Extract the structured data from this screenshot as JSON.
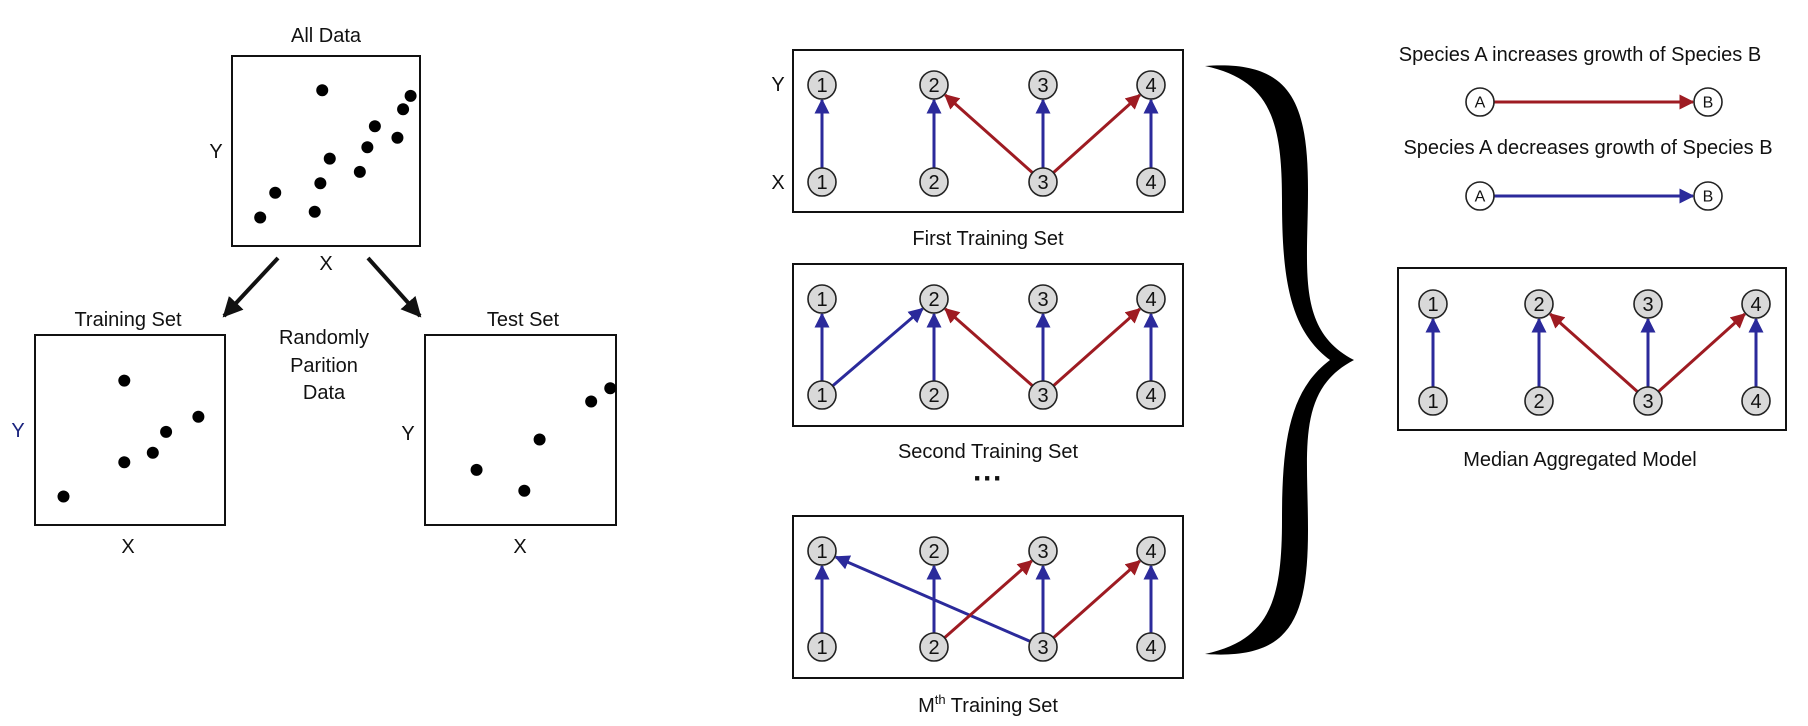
{
  "colors": {
    "increase": "#9e1b22",
    "decrease": "#2b2a9b",
    "frame": "#111111",
    "node_fill": "#d9d9d9",
    "text_y_training": "#1a237e"
  },
  "left": {
    "all_data": {
      "title": "All Data",
      "x_label": "X",
      "y_label": "Y",
      "points": [
        [
          0.15,
          0.85
        ],
        [
          0.23,
          0.72
        ],
        [
          0.44,
          0.82
        ],
        [
          0.47,
          0.67
        ],
        [
          0.52,
          0.54
        ],
        [
          0.68,
          0.61
        ],
        [
          0.72,
          0.48
        ],
        [
          0.76,
          0.37
        ],
        [
          0.88,
          0.43
        ],
        [
          0.91,
          0.28
        ],
        [
          0.95,
          0.21
        ],
        [
          0.48,
          0.18
        ]
      ]
    },
    "partition_label": [
      "Randomly",
      "Parition",
      "Data"
    ],
    "training_set": {
      "title": "Training Set",
      "x_label": "X",
      "y_label": "Y",
      "points": [
        [
          0.15,
          0.85
        ],
        [
          0.47,
          0.67
        ],
        [
          0.62,
          0.62
        ],
        [
          0.69,
          0.51
        ],
        [
          0.86,
          0.43
        ],
        [
          0.47,
          0.24
        ]
      ]
    },
    "test_set": {
      "title": "Test Set",
      "x_label": "X",
      "y_label": "Y",
      "points": [
        [
          0.27,
          0.71
        ],
        [
          0.52,
          0.82
        ],
        [
          0.6,
          0.55
        ],
        [
          0.87,
          0.35
        ],
        [
          0.97,
          0.28
        ]
      ]
    }
  },
  "networks": [
    {
      "caption": "First Training Set",
      "top_axis_label": "Y",
      "bottom_axis_label": "X",
      "top_nodes": [
        "1",
        "2",
        "3",
        "4"
      ],
      "bottom_nodes": [
        "1",
        "2",
        "3",
        "4"
      ],
      "edges": [
        {
          "from": 1,
          "to": 1,
          "effect": "decrease"
        },
        {
          "from": 2,
          "to": 2,
          "effect": "decrease"
        },
        {
          "from": 3,
          "to": 3,
          "effect": "decrease"
        },
        {
          "from": 4,
          "to": 4,
          "effect": "decrease"
        },
        {
          "from": 3,
          "to": 2,
          "effect": "increase"
        },
        {
          "from": 3,
          "to": 4,
          "effect": "increase"
        }
      ]
    },
    {
      "caption": "Second Training Set",
      "top_axis_label": "",
      "bottom_axis_label": "",
      "top_nodes": [
        "1",
        "2",
        "3",
        "4"
      ],
      "bottom_nodes": [
        "1",
        "2",
        "3",
        "4"
      ],
      "edges": [
        {
          "from": 1,
          "to": 1,
          "effect": "decrease"
        },
        {
          "from": 2,
          "to": 2,
          "effect": "decrease"
        },
        {
          "from": 3,
          "to": 3,
          "effect": "decrease"
        },
        {
          "from": 4,
          "to": 4,
          "effect": "decrease"
        },
        {
          "from": 1,
          "to": 2,
          "effect": "decrease"
        },
        {
          "from": 3,
          "to": 2,
          "effect": "increase"
        },
        {
          "from": 3,
          "to": 4,
          "effect": "increase"
        }
      ]
    },
    {
      "caption_main": "M",
      "caption_sup": "th",
      "caption_rest": " Training Set",
      "top_axis_label": "",
      "bottom_axis_label": "",
      "top_nodes": [
        "1",
        "2",
        "3",
        "4"
      ],
      "bottom_nodes": [
        "1",
        "2",
        "3",
        "4"
      ],
      "edges": [
        {
          "from": 1,
          "to": 1,
          "effect": "decrease"
        },
        {
          "from": 2,
          "to": 2,
          "effect": "decrease"
        },
        {
          "from": 3,
          "to": 3,
          "effect": "decrease"
        },
        {
          "from": 4,
          "to": 4,
          "effect": "decrease"
        },
        {
          "from": 3,
          "to": 1,
          "effect": "decrease"
        },
        {
          "from": 2,
          "to": 3,
          "effect": "increase"
        },
        {
          "from": 3,
          "to": 4,
          "effect": "increase"
        }
      ]
    }
  ],
  "ellipsis": "···",
  "legend": {
    "increase_text": "Species A increases growth of Species B",
    "decrease_text": "Species A decreases growth of Species B",
    "node_a": "A",
    "node_b": "B"
  },
  "aggregated": {
    "caption": "Median Aggregated Model",
    "top_nodes": [
      "1",
      "2",
      "3",
      "4"
    ],
    "bottom_nodes": [
      "1",
      "2",
      "3",
      "4"
    ],
    "edges": [
      {
        "from": 1,
        "to": 1,
        "effect": "decrease"
      },
      {
        "from": 2,
        "to": 2,
        "effect": "decrease"
      },
      {
        "from": 3,
        "to": 3,
        "effect": "decrease"
      },
      {
        "from": 4,
        "to": 4,
        "effect": "decrease"
      },
      {
        "from": 3,
        "to": 2,
        "effect": "increase"
      },
      {
        "from": 3,
        "to": 4,
        "effect": "increase"
      }
    ]
  }
}
